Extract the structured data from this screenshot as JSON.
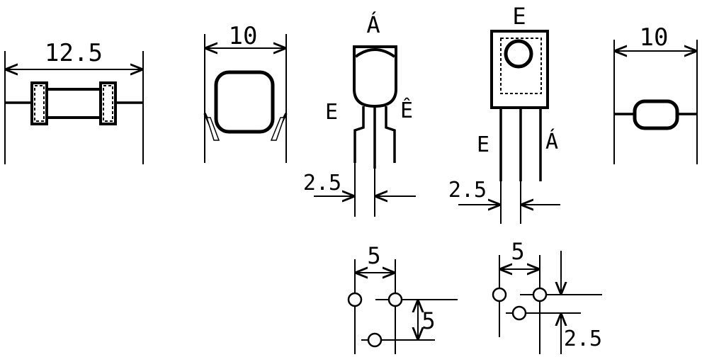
{
  "resistor": {
    "dimension": "12.5"
  },
  "capacitor": {
    "dimension": "10"
  },
  "to92": {
    "top_pin": "Á",
    "left_pin": "E",
    "right_pin": "Ê",
    "pitch": "2.5"
  },
  "to126": {
    "top_pin": "E",
    "left_pin": "E",
    "right_pin": "Á",
    "pitch": "2.5"
  },
  "disc_capacitor": {
    "dimension": "10"
  },
  "layout_triangle": {
    "horizontal": "5",
    "vertical": "5"
  },
  "layout_inline": {
    "horizontal": "5",
    "offset": "2.5"
  },
  "colors": {
    "ink": "#000000",
    "background": "#ffffff"
  }
}
